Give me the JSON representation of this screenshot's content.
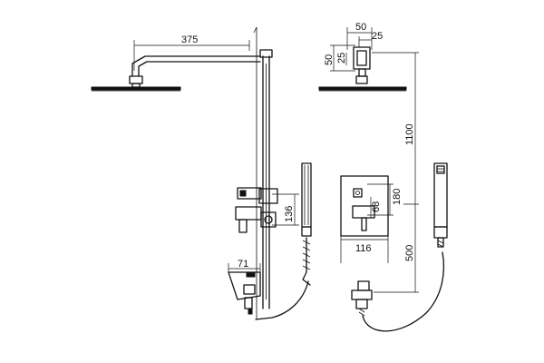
{
  "dimensions": {
    "arm_length": "375",
    "bracket_width": "50",
    "bracket_depth": "25",
    "bracket_height": "50",
    "bracket_height_half": "25",
    "rail_height": "1100",
    "holder_range": "136",
    "spout_projection": "71",
    "valve_height": "180",
    "valve_offset": "68",
    "valve_width": "116",
    "outlet_height": "500"
  }
}
